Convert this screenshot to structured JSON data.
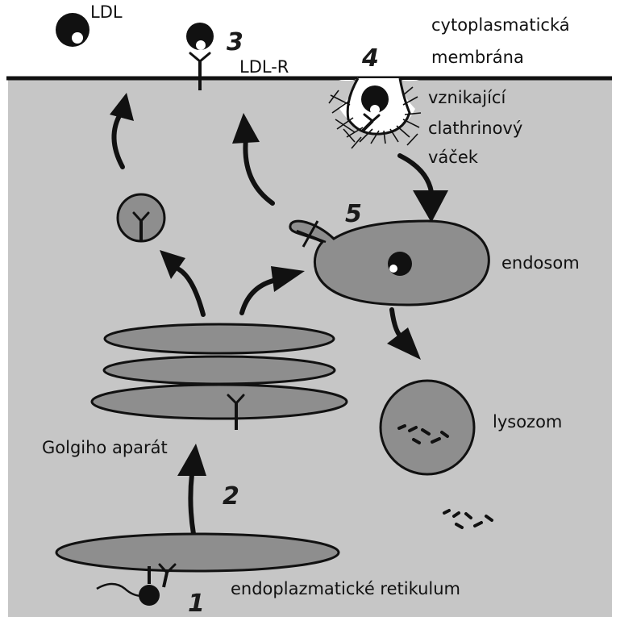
{
  "labels": {
    "ldl": "LDL",
    "ldl_r": "LDL-R",
    "membrane_line1": "cytoplasmatická",
    "membrane_line2": "membrána",
    "vesicle_line1": "vznikající",
    "vesicle_line2": "clathrinový",
    "vesicle_line3": "váček",
    "endosome": "endosom",
    "lysosome": "lysozom",
    "golgi": "Golgiho aparát",
    "er": "endoplazmatické retikulum"
  },
  "step_numbers": {
    "n1": "1",
    "n2": "2",
    "n3": "3",
    "n4": "4",
    "n5": "5"
  },
  "colors": {
    "cytoplasm": "#c6c6c6",
    "organelle": "#8e8e8e",
    "outline": "#111111",
    "outside": "#ffffff"
  }
}
